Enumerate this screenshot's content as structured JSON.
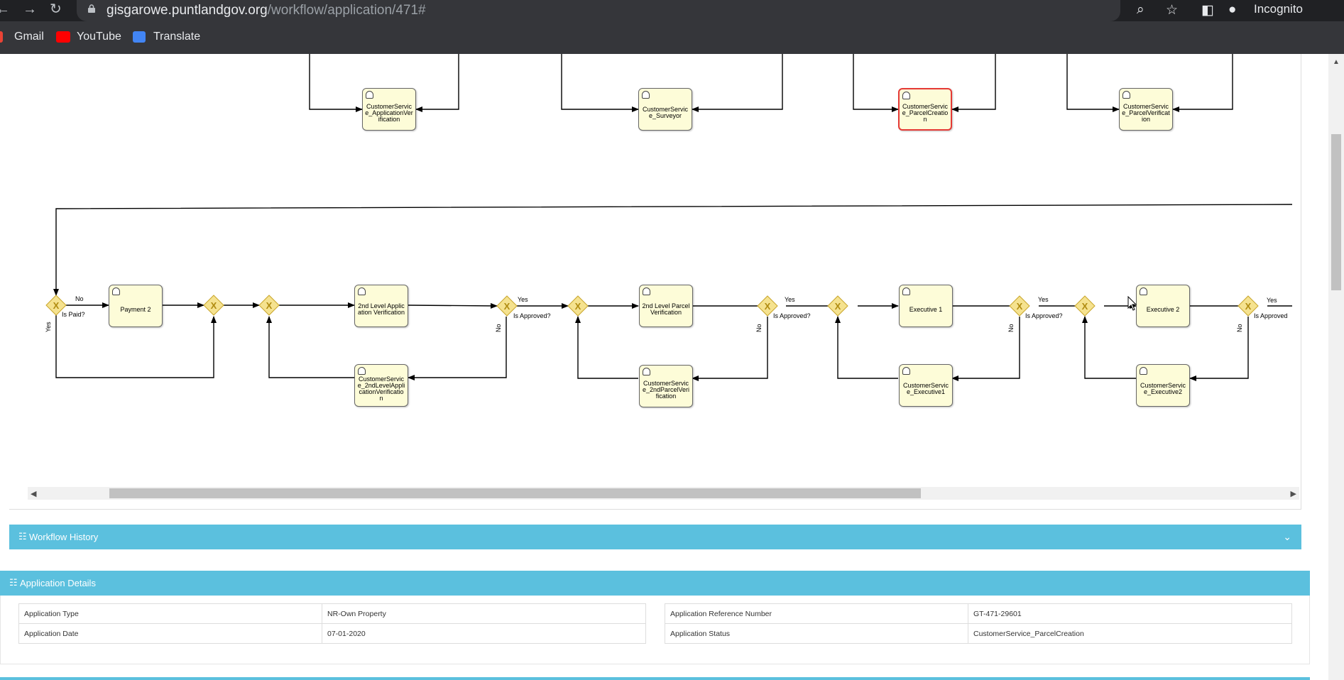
{
  "browser": {
    "url_domain": "gisgarowe.puntlandgov.org",
    "url_path": "/workflow/application/471#",
    "incognito_label": "Incognito",
    "bookmarks": [
      "Gmail",
      "YouTube",
      "Translate"
    ]
  },
  "diagram": {
    "top_tasks": [
      "CustomerService_ApplicationVerification",
      "CustomerService_Surveyor",
      "CustomerService_ParcelCreation",
      "CustomerService_ParcelVerification"
    ],
    "main_tasks": [
      "Payment 2",
      "2nd Level Application Verification",
      "2nd Level Parcel Verification",
      "Executive 1",
      "Executive 2"
    ],
    "return_tasks": [
      "CustomerService_2ndLevelApplicationVerification",
      "CustomerService_2ndParcelVerification",
      "CustomerService_Executive1",
      "CustomerService_Executive2"
    ],
    "gateway_labels": [
      "Is Paid?",
      "Is Approved?",
      "Is Approved?",
      "Is Approved?",
      "Is Approved"
    ],
    "yes_label": "Yes",
    "no_label": "No",
    "count_label": "2",
    "active_task": "CustomerService_ParcelCreation",
    "active_color": "#e53935"
  },
  "workflow_history": {
    "title": "Workflow History"
  },
  "application_details": {
    "title": "Application Details",
    "left": [
      {
        "label": "Application Type",
        "value": "NR-Own Property"
      },
      {
        "label": "Application Date",
        "value": "07-01-2020"
      }
    ],
    "right": [
      {
        "label": "Application Reference Number",
        "value": "GT-471-29601"
      },
      {
        "label": "Application Status",
        "value": "CustomerService_ParcelCreation"
      }
    ]
  }
}
